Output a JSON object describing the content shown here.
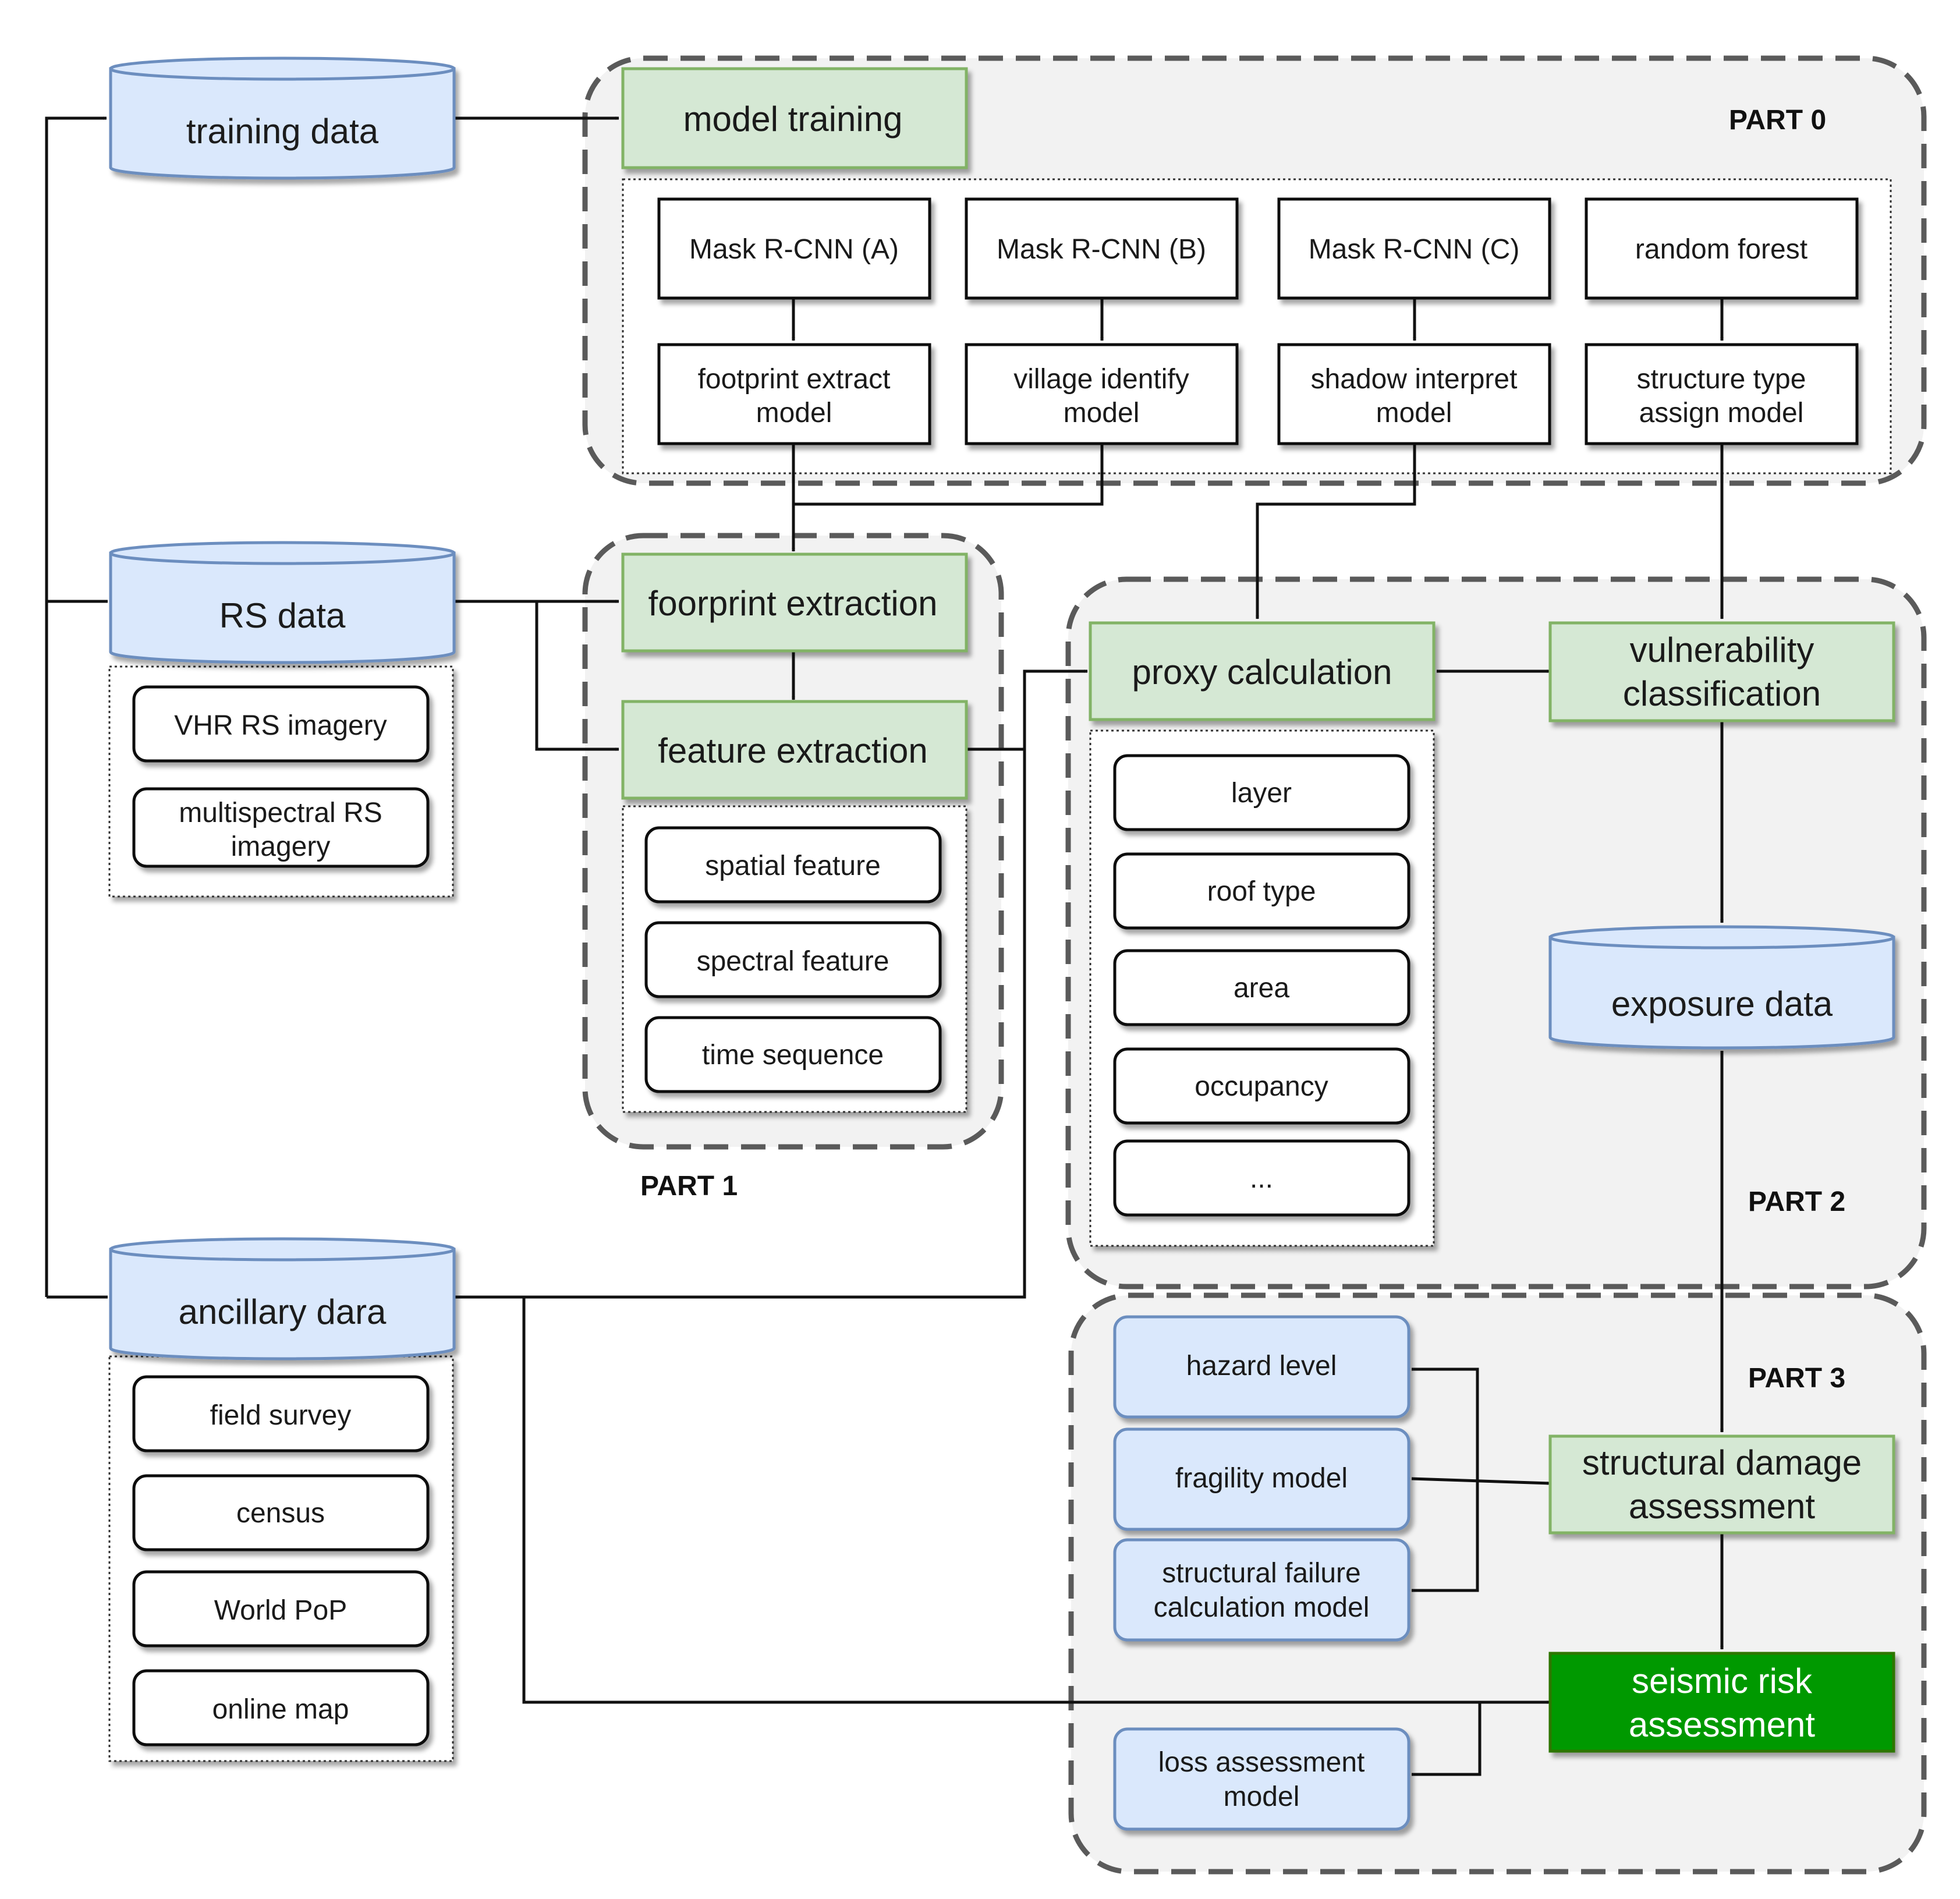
{
  "parts": {
    "part0": "PART  0",
    "part1": "PART  1",
    "part2": "PART  2",
    "part3": "PART  3"
  },
  "databases": {
    "training": "training data",
    "rs": "RS data",
    "ancillary": "ancillary dara",
    "exposure": "exposure data"
  },
  "rs_items": [
    "VHR RS imagery",
    "multispectral RS",
    "imagery"
  ],
  "ancillary_items": [
    "field survey",
    "census",
    "World PoP",
    "online map"
  ],
  "part0": {
    "model_training": "model training",
    "models": [
      "Mask R-CNN (A)",
      "Mask R-CNN (B)",
      "Mask R-CNN (C)",
      "random forest"
    ],
    "outputs": [
      [
        "footprint extract",
        "model"
      ],
      [
        "village identify",
        "model"
      ],
      [
        "shadow interpret",
        "model"
      ],
      [
        "structure type",
        "assign model"
      ]
    ]
  },
  "part1": {
    "footprint_extraction": "foorprint extraction",
    "feature_extraction": "feature extraction",
    "features": [
      "spatial feature",
      "spectral feature",
      "time sequence"
    ]
  },
  "part2": {
    "proxy_calculation": "proxy calculation",
    "proxies": [
      "layer",
      "roof type",
      "area",
      "occupancy",
      "..."
    ],
    "vulnerability": [
      "vulnerability",
      "classification"
    ]
  },
  "part3": {
    "hazard": "hazard level",
    "fragility": "fragility model",
    "structural_failure": [
      "structural failure",
      "calculation model"
    ],
    "loss": [
      "loss assessment",
      "model"
    ],
    "structural_damage": [
      "structural damage",
      "assessment"
    ],
    "seismic_risk": [
      "seismic risk",
      "assessment"
    ]
  },
  "colors": {
    "process_fill": "#d5e8d4",
    "final_fill": "#009900",
    "data_fill": "#dae8fc",
    "region_fill": "#f2f2f2"
  }
}
